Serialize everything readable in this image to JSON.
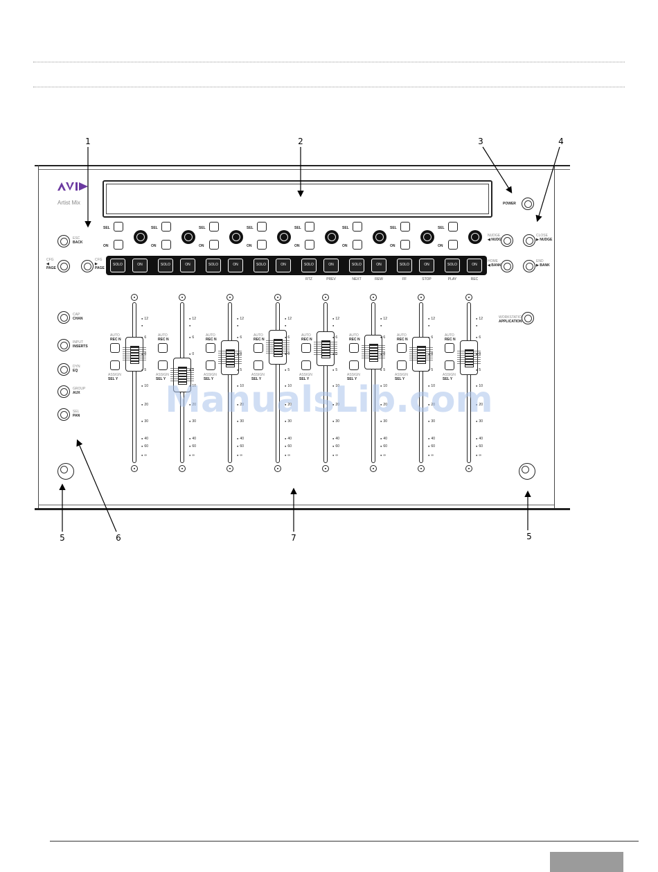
{
  "callouts": [
    "1",
    "2",
    "3",
    "4",
    "5",
    "6",
    "7",
    "5"
  ],
  "brand": {
    "logo": "AVID",
    "model": "Artist Mix",
    "logo_color": "#6b3aa0"
  },
  "right_panel": {
    "power": "POWER",
    "nudge_left_top": "NUDGE",
    "nudge_left_bottom": "NUDGE",
    "nudge_right_top": "CLOSE",
    "nudge_right_bottom": "NUDGE",
    "bank_left_top": "HOME",
    "bank_left_bottom": "BANK",
    "bank_right_top": "END",
    "bank_right_bottom": "BANK",
    "app_top": "WORKSTATION",
    "app_bottom": "APPLICATION"
  },
  "left_panel": {
    "back_top": "ESC",
    "back_bottom": "BACK",
    "page_left_top": "CFG",
    "page_left_bottom": "PAGE",
    "page_right_top": "CFG",
    "page_right_bottom": "PAGE",
    "modes": [
      {
        "top": "CAP",
        "bottom": "CHAN"
      },
      {
        "top": "INPUT",
        "bottom": "INSERTS"
      },
      {
        "top": "DYN",
        "bottom": "EQ"
      },
      {
        "top": "GROUP",
        "bottom": "AUX"
      },
      {
        "top": "SEL",
        "bottom": "PAN"
      }
    ]
  },
  "strip": {
    "sel": "SEL",
    "on": "ON",
    "solo": "SOLO",
    "on_big": "ON",
    "auto": "AUTO",
    "rec_n": "REC N",
    "assign": "ASSIGN",
    "sel_y": "SEL Y",
    "transport": [
      "RTZ",
      "PREV",
      "NEXT",
      "REW",
      "FF",
      "STOP",
      "PLAY",
      "REC"
    ]
  },
  "scale": [
    "12",
    "",
    "6",
    "0",
    "5",
    "10",
    "20",
    "30",
    "40",
    "60",
    "∞"
  ],
  "watermark": "ManualsLib.com"
}
